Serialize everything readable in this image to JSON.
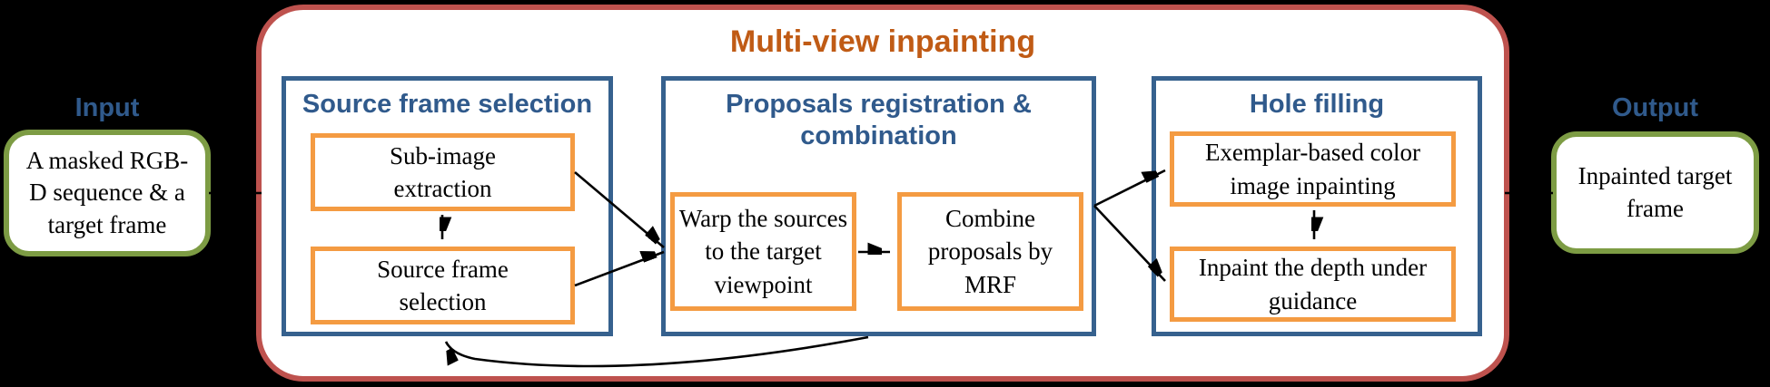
{
  "pipeline": {
    "title": "Multi-view inpainting",
    "stages": [
      {
        "title": "Source frame selection",
        "steps": [
          "Sub-image\nextraction",
          "Source frame\nselection"
        ]
      },
      {
        "title": "Proposals registration &\ncombination",
        "steps": [
          "Warp the sources\nto the target\nviewpoint",
          "Combine\nproposals by\nMRF"
        ]
      },
      {
        "title": "Hole filling",
        "steps": [
          "Exemplar-based color\nimage inpainting",
          "Inpaint the depth under\nguidance"
        ]
      }
    ]
  },
  "io": {
    "input": {
      "label": "Input",
      "text": "A masked RGB-\nD sequence & a\ntarget frame"
    },
    "output": {
      "label": "Output",
      "text": "Inpainted target\nframe"
    }
  },
  "colors": {
    "background": "#000000",
    "container_border": "#BE524E",
    "stage_border": "#36618E",
    "step_border": "#F49B42",
    "io_border": "#7D9C44",
    "title_orange": "#C05B15",
    "heading_blue": "#305A8C",
    "arrow": "#000000"
  }
}
